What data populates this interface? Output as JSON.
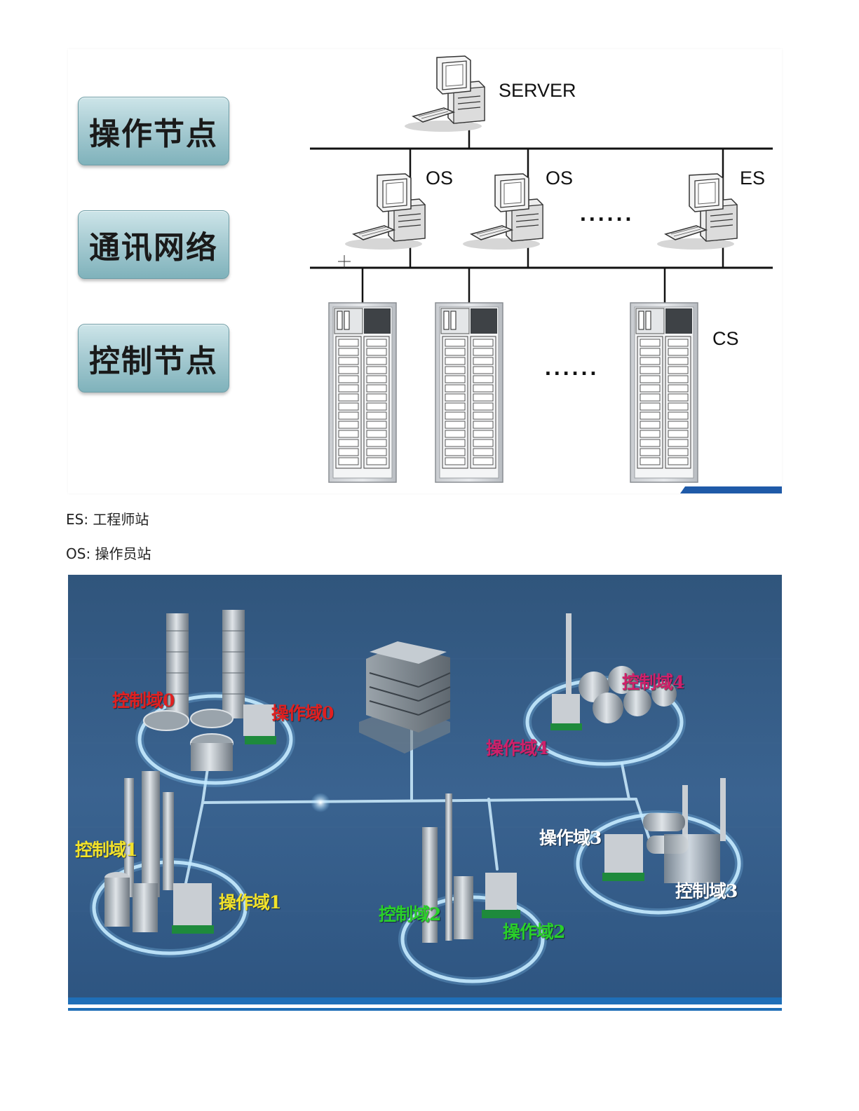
{
  "top_diagram": {
    "layer_labels": [
      "操作节点",
      "通讯网络",
      "控制节点"
    ],
    "server_label": "SERVER",
    "station_labels": [
      "OS",
      "OS",
      "ES"
    ],
    "controller_label": "CS",
    "ellipsis": "......"
  },
  "legend": {
    "es": "ES: 工程师站",
    "os": "OS: 操作员站"
  },
  "bottom_diagram": {
    "domain_labels": [
      {
        "text": "控制域0",
        "color": "#e02020"
      },
      {
        "text": "操作域0",
        "color": "#e02020"
      },
      {
        "text": "控制域4",
        "color": "#d0206a"
      },
      {
        "text": "操作域4",
        "color": "#d0206a"
      },
      {
        "text": "控制域1",
        "color": "#f2e22a"
      },
      {
        "text": "操作域1",
        "color": "#f2e22a"
      },
      {
        "text": "控制域2",
        "color": "#2ad02a"
      },
      {
        "text": "操作域2",
        "color": "#2ad02a"
      },
      {
        "text": "操作域3",
        "color": "#ffffff"
      },
      {
        "text": "控制域3",
        "color": "#ffffff"
      }
    ]
  }
}
